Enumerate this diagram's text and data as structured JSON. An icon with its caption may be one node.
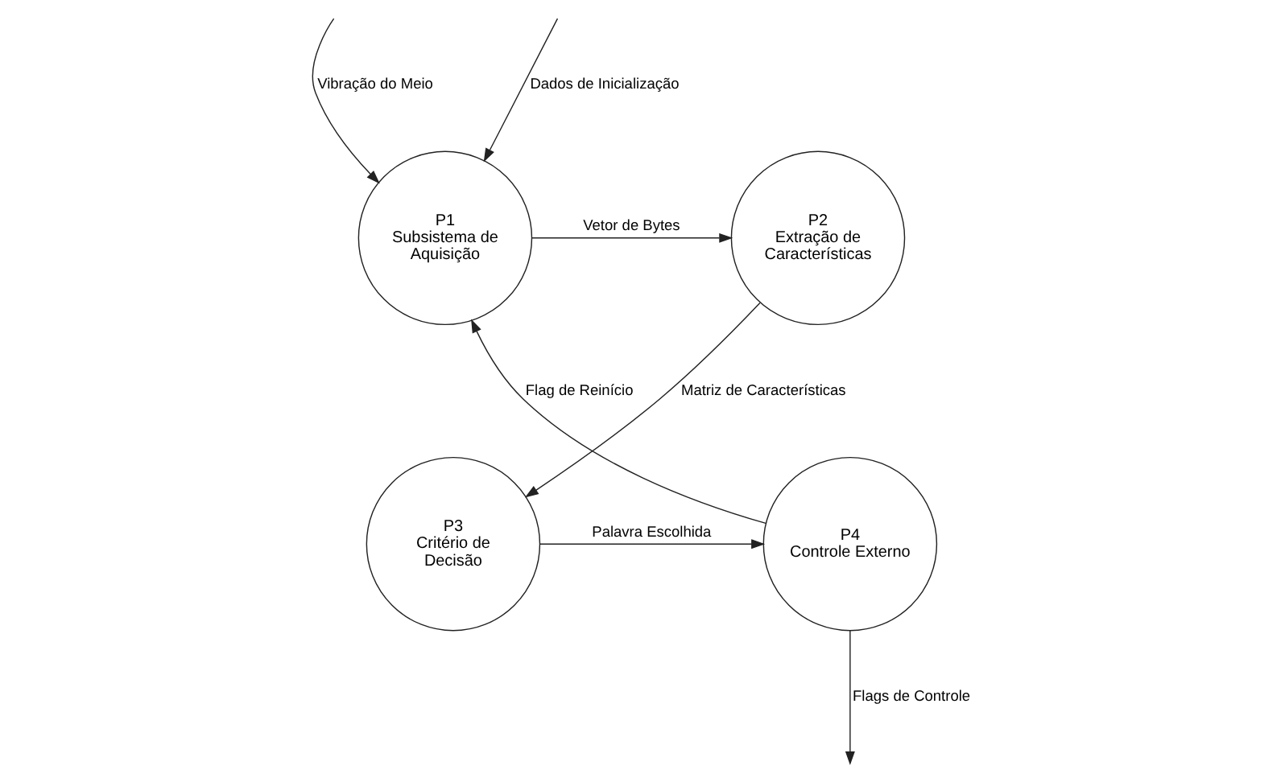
{
  "diagram": {
    "nodes": [
      {
        "text": [
          "P1",
          "Subsistema de Aquisição"
        ]
      },
      {
        "text": [
          "P2",
          "Extração de Características"
        ]
      },
      {
        "text": [
          "P3",
          "Critério de Decisão"
        ]
      },
      {
        "text": [
          "P4",
          "Controle Externo"
        ]
      }
    ],
    "edges": [
      {
        "from": null,
        "to": 0,
        "arrow": "to",
        "label": "Vibração do Meio"
      },
      {
        "from": null,
        "to": 0,
        "arrow": "to",
        "label": "Dados de Inicialização"
      },
      {
        "from": 0,
        "to": 1,
        "arrow": "to",
        "label": "Vetor de Bytes"
      },
      {
        "from": 1,
        "to": 2,
        "arrow": "to",
        "label": "Matriz de Características"
      },
      {
        "from": 2,
        "to": 3,
        "arrow": "to",
        "label": "Palavra Escolhida"
      },
      {
        "from": 3,
        "to": 0,
        "arrow": "to",
        "label": "Flag de Reinício"
      },
      {
        "from": 3,
        "to": null,
        "arrow": "to",
        "label": "Flags de Controle"
      }
    ]
  }
}
